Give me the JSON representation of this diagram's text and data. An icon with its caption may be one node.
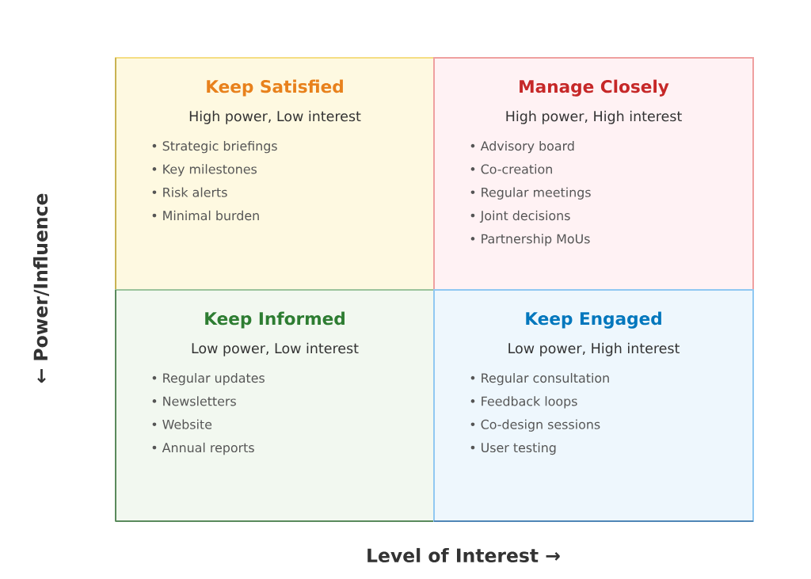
{
  "diagram": {
    "nodes": [
      {
        "text": [
          "Keep Satisfied",
          "High power, Low interest",
          "• Strategic briefings",
          "• Key milestones",
          "• Risk alerts",
          "• Minimal burden"
        ]
      },
      {
        "text": [
          "Manage Closely",
          "High power, High interest",
          "• Advisory board",
          "• Co-creation",
          "• Regular meetings",
          "• Joint decisions",
          "• Partnership MoUs"
        ]
      },
      {
        "text": [
          "Keep Informed",
          "Low power, Low interest",
          "• Regular updates",
          "• Newsletters",
          "• Website",
          "• Annual reports"
        ]
      },
      {
        "text": [
          "Keep Engaged",
          "Low power, High interest",
          "• Regular consultation",
          "• Feedback loops",
          "• Co-design sessions",
          "• User testing"
        ]
      }
    ],
    "labels": [
      "← Power/Influence",
      "Level of Interest →"
    ]
  }
}
